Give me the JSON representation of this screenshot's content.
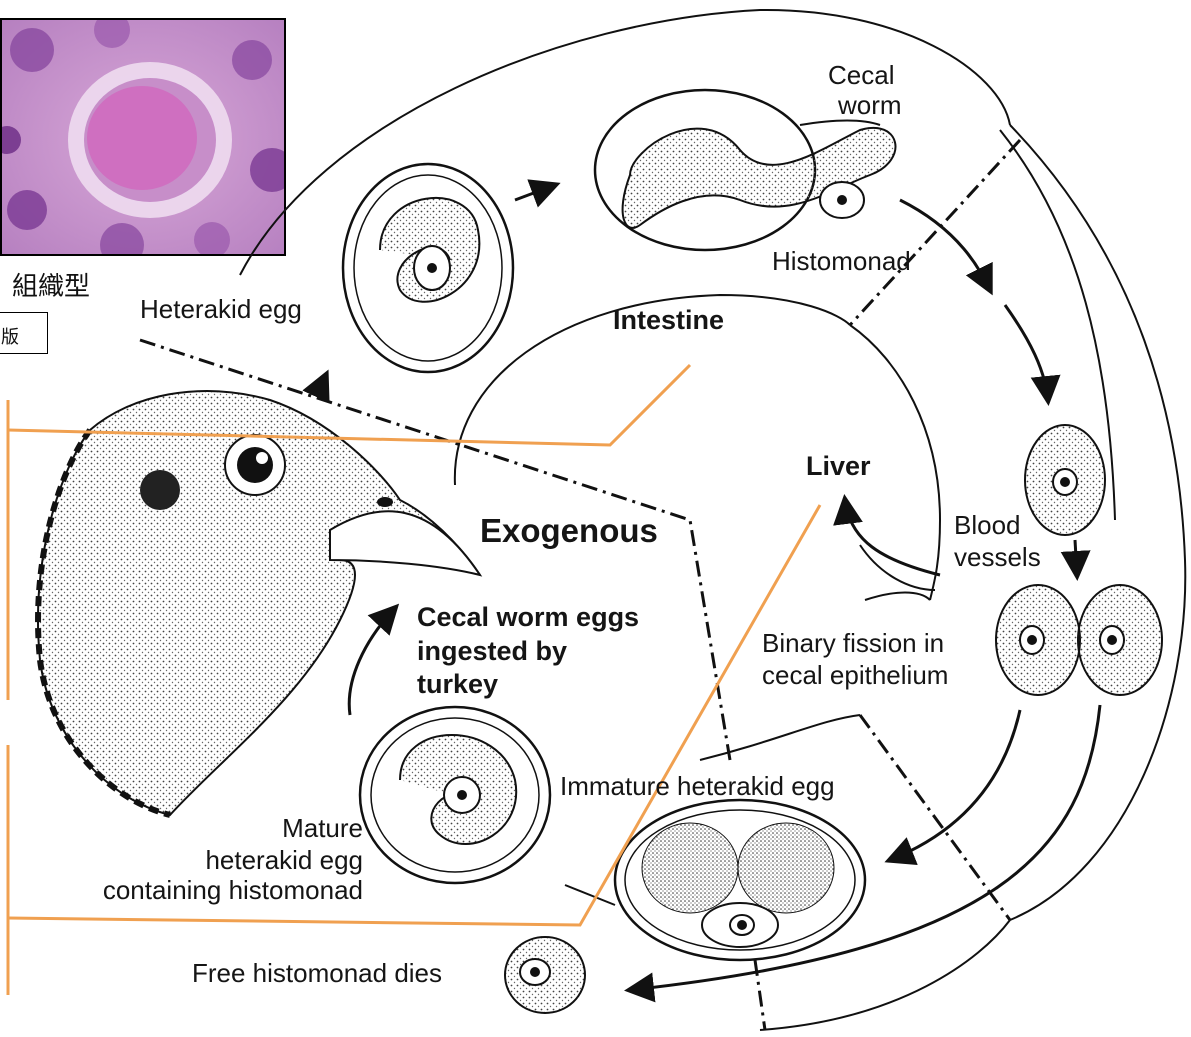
{
  "micrograph": {
    "caption": "組織型",
    "side_label": "版"
  },
  "diagram": {
    "regions": {
      "intestine": "Intestine",
      "liver": "Liver",
      "exogenous": "Exogenous"
    },
    "stages": {
      "cecal_worm_line1": "Cecal",
      "cecal_worm_line2": "worm",
      "histomonad": "Histomonad",
      "heterakid_egg": "Heterakid egg",
      "blood_vessels_line1": "Blood",
      "blood_vessels_line2": "vessels",
      "binary_fission_line1": "Binary fission in",
      "binary_fission_line2": "cecal epithelium",
      "immature_egg": "Immature heterakid egg",
      "mature_egg_line1": "Mature",
      "mature_egg_line2": "heterakid egg",
      "mature_egg_line3": "containing histomonad",
      "free_dies": "Free histomonad dies",
      "ingested_line1": "Cecal worm eggs",
      "ingested_line2": "ingested by",
      "ingested_line3": "turkey"
    },
    "colors": {
      "callout_orange": "#f0a050",
      "ink": "#111111",
      "micrograph_purple": "#b070b8"
    }
  }
}
